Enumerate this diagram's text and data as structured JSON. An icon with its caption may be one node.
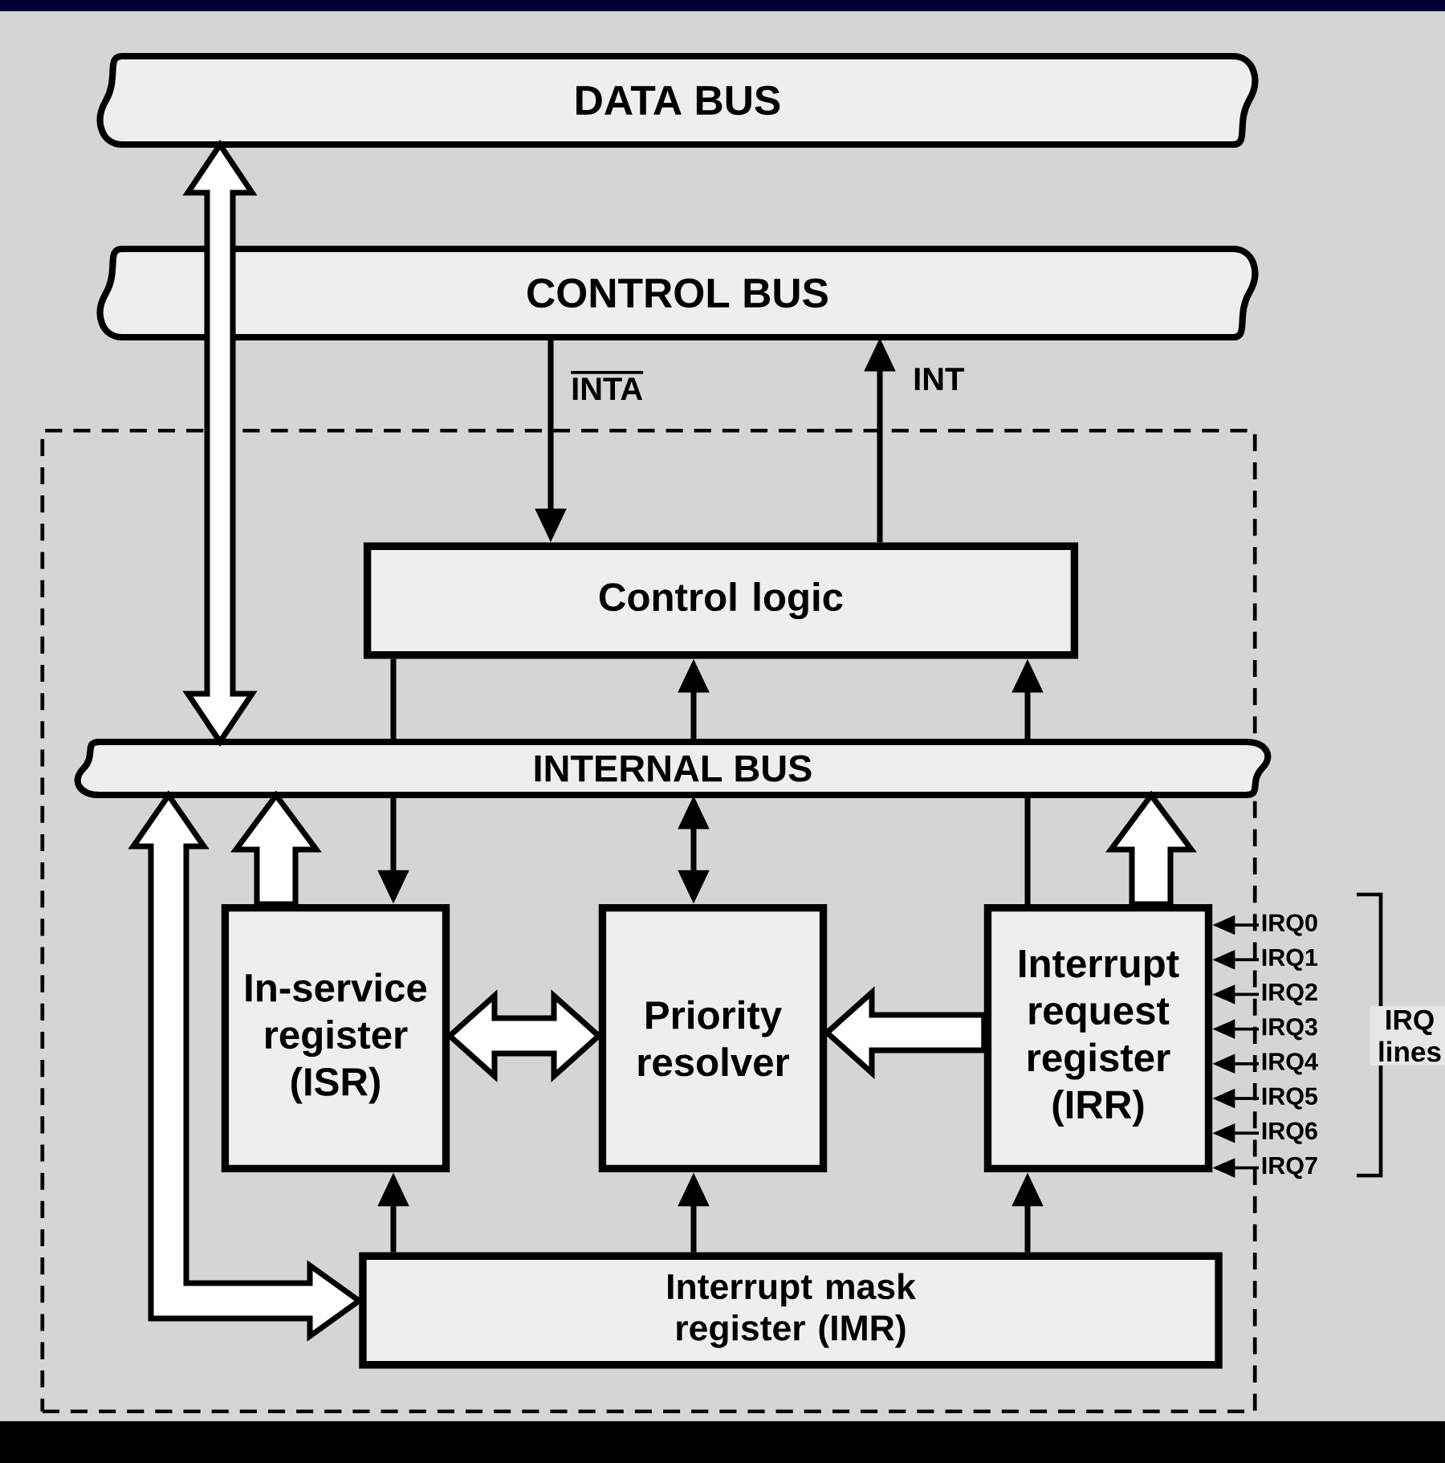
{
  "diagram": {
    "nodes": [
      {
        "text": [
          "DATA BUS"
        ]
      },
      {
        "text": [
          "CONTROL BUS"
        ]
      },
      {
        "text": [],
        "shape": "box"
      },
      {
        "text": [
          "Control logic"
        ],
        "in": 2
      },
      {
        "text": [
          "INTERNAL BUS"
        ],
        "in": 2
      },
      {
        "text": [
          "In-service register (ISR)"
        ],
        "in": 2
      },
      {
        "text": [
          "Priority resolver"
        ],
        "in": 2
      },
      {
        "text": [
          "Interrupt request register (IRR)"
        ],
        "in": 2
      },
      {
        "text": [
          "Interrupt mask register (IMR)"
        ],
        "in": 2
      },
      {
        "text": [
          "IRQ0"
        ]
      },
      {
        "text": [
          "IRQ1"
        ]
      },
      {
        "text": [
          "IRQ2"
        ]
      },
      {
        "text": [
          "IRQ3"
        ]
      },
      {
        "text": [
          "IRQ4"
        ]
      },
      {
        "text": [
          "IRQ5"
        ]
      },
      {
        "text": [
          "IRQ6"
        ]
      },
      {
        "text": [
          "IRQ7"
        ]
      }
    ],
    "edges": [
      {
        "from": 0,
        "to": 4,
        "arrow": "both",
        "style": "thick"
      },
      {
        "from": 1,
        "to": 3,
        "arrow": "to",
        "label": "INTA"
      },
      {
        "from": 3,
        "to": 1,
        "arrow": "to",
        "label": "INT"
      },
      {
        "from": 3,
        "to": 4,
        "arrow": "none"
      },
      {
        "from": 4,
        "to": 3,
        "arrow": "to"
      },
      {
        "from": 4,
        "to": 3,
        "arrow": "to"
      },
      {
        "from": 4,
        "to": 5,
        "arrow": "to"
      },
      {
        "from": 4,
        "to": 6,
        "arrow": "both"
      },
      {
        "from": 7,
        "to": 4,
        "arrow": "none"
      },
      {
        "from": 5,
        "to": 4,
        "arrow": "to",
        "style": "thick"
      },
      {
        "from": 7,
        "to": 4,
        "arrow": "to",
        "style": "thick"
      },
      {
        "from": 5,
        "to": 6,
        "arrow": "both",
        "style": "thick"
      },
      {
        "from": 7,
        "to": 6,
        "arrow": "to",
        "style": "thick"
      },
      {
        "from": 4,
        "to": 8,
        "arrow": "both",
        "style": "thick"
      },
      {
        "from": 8,
        "to": 5,
        "arrow": "to"
      },
      {
        "from": 8,
        "to": 6,
        "arrow": "to"
      },
      {
        "from": 8,
        "to": 7,
        "arrow": "to"
      },
      {
        "from": 9,
        "to": 7,
        "arrow": "to"
      },
      {
        "from": 10,
        "to": 7,
        "arrow": "to"
      },
      {
        "from": 11,
        "to": 7,
        "arrow": "to"
      },
      {
        "from": 12,
        "to": 7,
        "arrow": "to"
      },
      {
        "from": 13,
        "to": 7,
        "arrow": "to"
      },
      {
        "from": 14,
        "to": 7,
        "arrow": "to"
      },
      {
        "from": 15,
        "to": 7,
        "arrow": "to"
      },
      {
        "from": 16,
        "to": 7,
        "arrow": "to"
      }
    ],
    "labels": [
      "IRQ lines"
    ]
  }
}
